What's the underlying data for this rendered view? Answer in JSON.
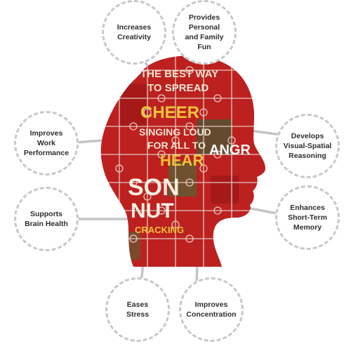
{
  "benefits": [
    {
      "label": "Increases\nCreativity"
    },
    {
      "label": "Provides\nPersonal\nand Family\nFun"
    },
    {
      "label": "Develops\nVisual-Spatial\nReasoning"
    },
    {
      "label": "Enhances\nShort-Term\nMemory"
    },
    {
      "label": "Improves\nConcentration"
    },
    {
      "label": "Eases\nStress"
    },
    {
      "label": "Supports\nBrain Health"
    },
    {
      "label": "Improves\nWork\nPerformance"
    }
  ],
  "head_puzzle": {
    "colors": {
      "background": "#b81c1c",
      "piece_lines": "#e6c7c0",
      "connector": "#c4c4c4",
      "bubble_border": "#c8c8c8"
    },
    "texts": [
      "THE BEST WAY",
      "TO SPREAD",
      "CHEER",
      "SINGING LOUD",
      "FOR ALL TO",
      "HEAR",
      "SON",
      "NUT",
      "ANGR",
      "CRACKING"
    ]
  }
}
